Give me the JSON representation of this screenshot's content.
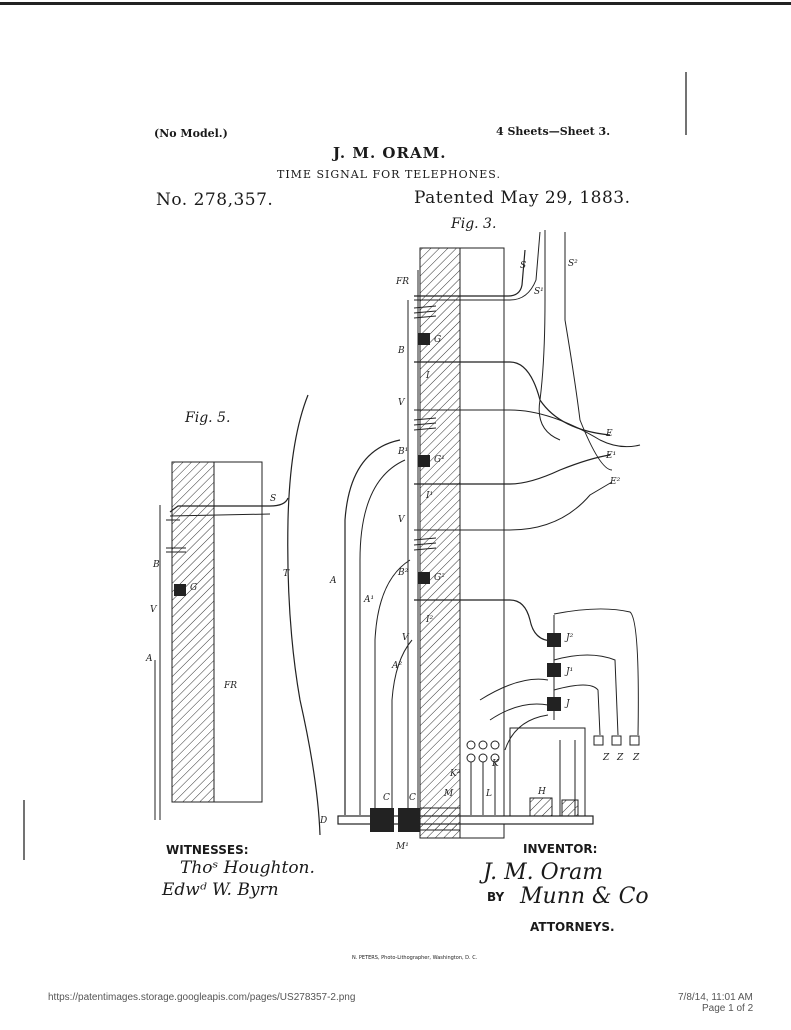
{
  "header": {
    "model": "(No Model.)",
    "sheets": "4 Sheets—Sheet 3.",
    "inventor_name": "J. M. ORAM.",
    "title": "TIME SIGNAL FOR TELEPHONES.",
    "patent_no": "No. 278,357.",
    "patented": "Patented May 29, 1883."
  },
  "figures": {
    "fig3": "Fig. 3.",
    "fig5": "Fig. 5."
  },
  "labels": {
    "FR": "FR",
    "S": "S",
    "S1": "S¹",
    "S2": "S²",
    "G": "G",
    "G1": "G¹",
    "G2": "G²",
    "B": "B",
    "B1": "B¹",
    "B2": "B²",
    "I": "I",
    "I1": "I¹",
    "I2": "I²",
    "V": "V",
    "A": "A",
    "A1": "A¹",
    "A2": "A²",
    "T": "T",
    "E": "E",
    "E1": "E¹",
    "E2": "E²",
    "J": "J",
    "J1": "J¹",
    "J2": "J²",
    "Z": "Z",
    "H": "H",
    "K": "K",
    "K2": "K²",
    "L": "L",
    "M": "M",
    "M1": "M¹",
    "C": "C",
    "D": "D"
  },
  "signatures": {
    "witnesses_heading": "WITNESSES:",
    "witness1": "Thoˢ Houghton.",
    "witness2": "Edwᵈ W. Byrn",
    "inventor_heading": "INVENTOR:",
    "inventor_signature": "J. M. Oram",
    "by": "BY",
    "attorney_signature": "Munn & Co",
    "attorneys": "ATTORNEYS."
  },
  "imprint": "N. PETERS, Photo-Lithographer, Washington, D. C.",
  "footer": {
    "url": "https://patentimages.storage.googleapis.com/pages/US278357-2.png",
    "datetime": "7/8/14, 11:01 AM",
    "page": "Page 1 of 2"
  }
}
